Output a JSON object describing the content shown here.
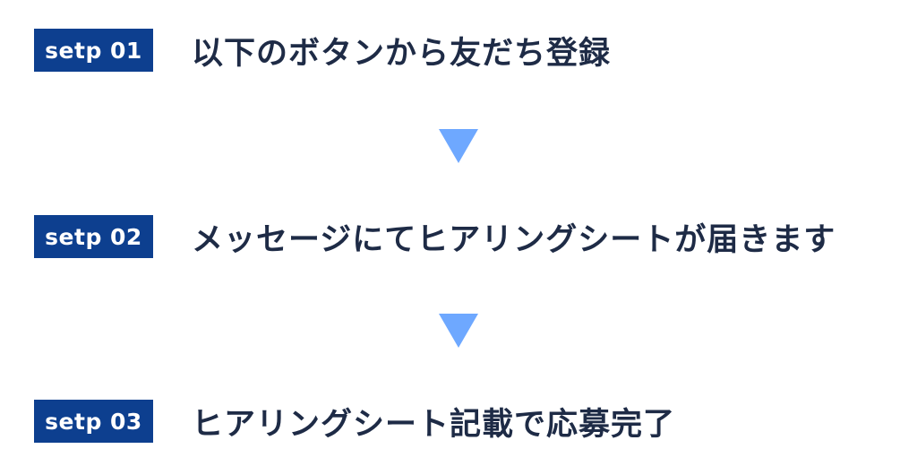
{
  "steps": [
    {
      "badge": "setp 01",
      "text": "以下のボタンから友だち登録"
    },
    {
      "badge": "setp 02",
      "text": "メッセージにてヒアリングシートが届きます"
    },
    {
      "badge": "setp 03",
      "text": "ヒアリングシート記載で応募完了"
    }
  ],
  "colors": {
    "badge_bg": "#0d3f8f",
    "badge_text": "#ffffff",
    "step_text": "#1e2b46",
    "arrow": "#6ea8ff"
  },
  "icons": {
    "arrow": "triangle-down-icon"
  }
}
